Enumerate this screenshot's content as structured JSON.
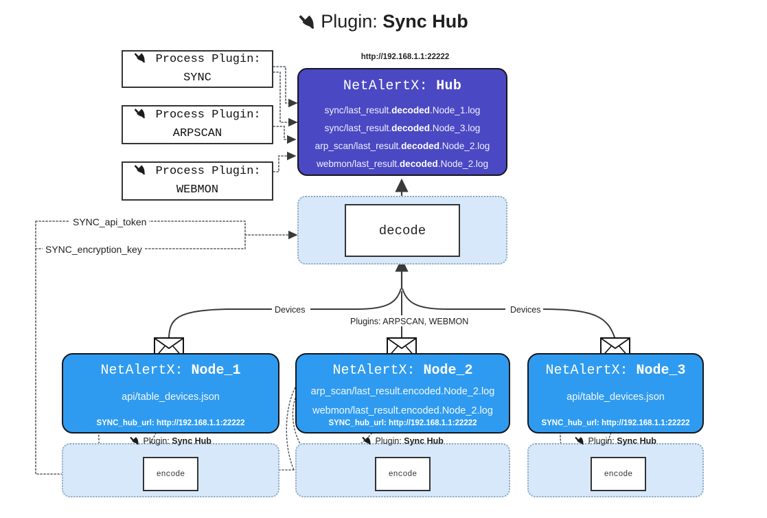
{
  "title": {
    "prefix": "Plugin:",
    "name": "Sync Hub",
    "icon": "plug-icon"
  },
  "process_plugins": [
    {
      "label": "Process Plugin:",
      "name": "SYNC",
      "icon": "plug-icon"
    },
    {
      "label": "Process Plugin:",
      "name": "ARPSCAN",
      "icon": "plug-icon"
    },
    {
      "label": "Process Plugin:",
      "name": "WEBMON",
      "icon": "plug-icon"
    }
  ],
  "hub": {
    "url": "http://192.168.1.1:22222",
    "title_prefix": "NetAlertX:",
    "title_name": "Hub",
    "files": [
      {
        "pre": "sync/last_result.",
        "em": "decoded",
        "post": ".Node_1.log"
      },
      {
        "pre": "sync/last_result.",
        "em": "decoded",
        "post": ".Node_3.log"
      },
      {
        "pre": "arp_scan/last_result.",
        "em": "decoded",
        "post": ".Node_2.log"
      },
      {
        "pre": "webmon/last_result.",
        "em": "decoded",
        "post": ".Node_2.log"
      }
    ]
  },
  "decode": {
    "label": "decode"
  },
  "tokens": {
    "api_token": "SYNC_api_token",
    "encryption_key": "SYNC_encryption_key"
  },
  "edge_labels": {
    "devices_left": "Devices",
    "devices_right": "Devices",
    "plugins_center": "Plugins: ARPSCAN, WEBMON"
  },
  "nodes": [
    {
      "title_prefix": "NetAlertX:",
      "title_name": "Node_1",
      "lines": [
        "api/table_devices.json"
      ],
      "hub_url_label": "SYNC_hub_url:",
      "hub_url": "http://192.168.1.1:22222",
      "icon": "envelope-icon"
    },
    {
      "title_prefix": "NetAlertX:",
      "title_name": "Node_2",
      "lines": [
        "arp_scan/last_result.encoded.Node_2.log",
        "webmon/last_result.encoded.Node_2.log"
      ],
      "hub_url_label": "SYNC_hub_url:",
      "hub_url": "http://192.168.1.1:22222",
      "icon": "envelope-icon"
    },
    {
      "title_prefix": "NetAlertX:",
      "title_name": "Node_3",
      "lines": [
        "api/table_devices.json"
      ],
      "hub_url_label": "SYNC_hub_url:",
      "hub_url": "http://192.168.1.1:22222",
      "icon": "envelope-icon"
    }
  ],
  "plugin_containers": [
    {
      "prefix": "Plugin:",
      "name": "Sync Hub",
      "box_label": "encode",
      "icon": "plug-icon"
    },
    {
      "prefix": "Plugin:",
      "name": "Sync Hub",
      "box_label": "encode",
      "icon": "plug-icon"
    },
    {
      "prefix": "Plugin:",
      "name": "Sync Hub",
      "box_label": "encode",
      "icon": "plug-icon"
    }
  ],
  "colors": {
    "hub_fill": "#4a48c2",
    "node_fill": "#2f9bf0",
    "container_fill": "#d7e8fa",
    "container_border": "#8fa7bd",
    "stroke": "#333333"
  }
}
